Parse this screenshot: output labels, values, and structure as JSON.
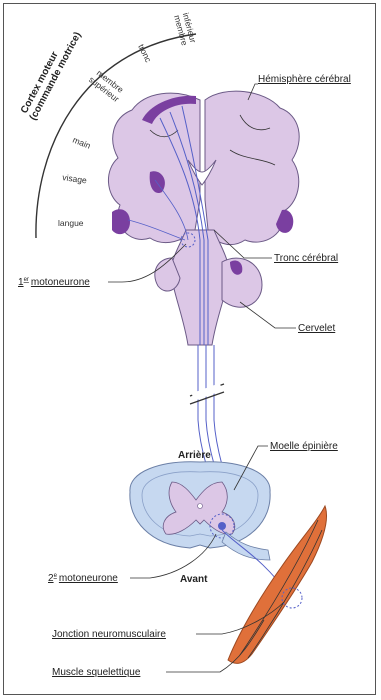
{
  "cortex_header": {
    "line1": "Cortex moteur",
    "line2": "(commande motrice)"
  },
  "homunculus": {
    "membre_inferieur": [
      "membre",
      "inférieur"
    ],
    "tronc": "tronc",
    "membre_superieur": [
      "membre",
      "supérieur"
    ],
    "main": "main",
    "visage": "visage",
    "langue": "langue"
  },
  "labels": {
    "hemisphere": "Hémisphère cérébral",
    "tronc_cerebral": "Tronc cérébral",
    "motoneurone1_sup": "er",
    "motoneurone1": "motoneurone",
    "motoneurone1_num": "1",
    "cervelet": "Cervelet",
    "moelle": "Moelle épinière",
    "arriere": "Arrière",
    "avant": "Avant",
    "motoneurone2_num": "2",
    "motoneurone2_sup": "e",
    "motoneurone2": "motoneurone",
    "jonction": "Jonction neuromusculaire",
    "muscle": "Muscle squelettique"
  },
  "colors": {
    "brain": "#dcc7e6",
    "brain_stroke": "#6b5a86",
    "cortex_motor": "#7a3fa0",
    "pathway": "#5560c8",
    "spine": "#c6d8f0",
    "spine_grey": "#dcc7e6",
    "muscle": "#e0703a"
  }
}
